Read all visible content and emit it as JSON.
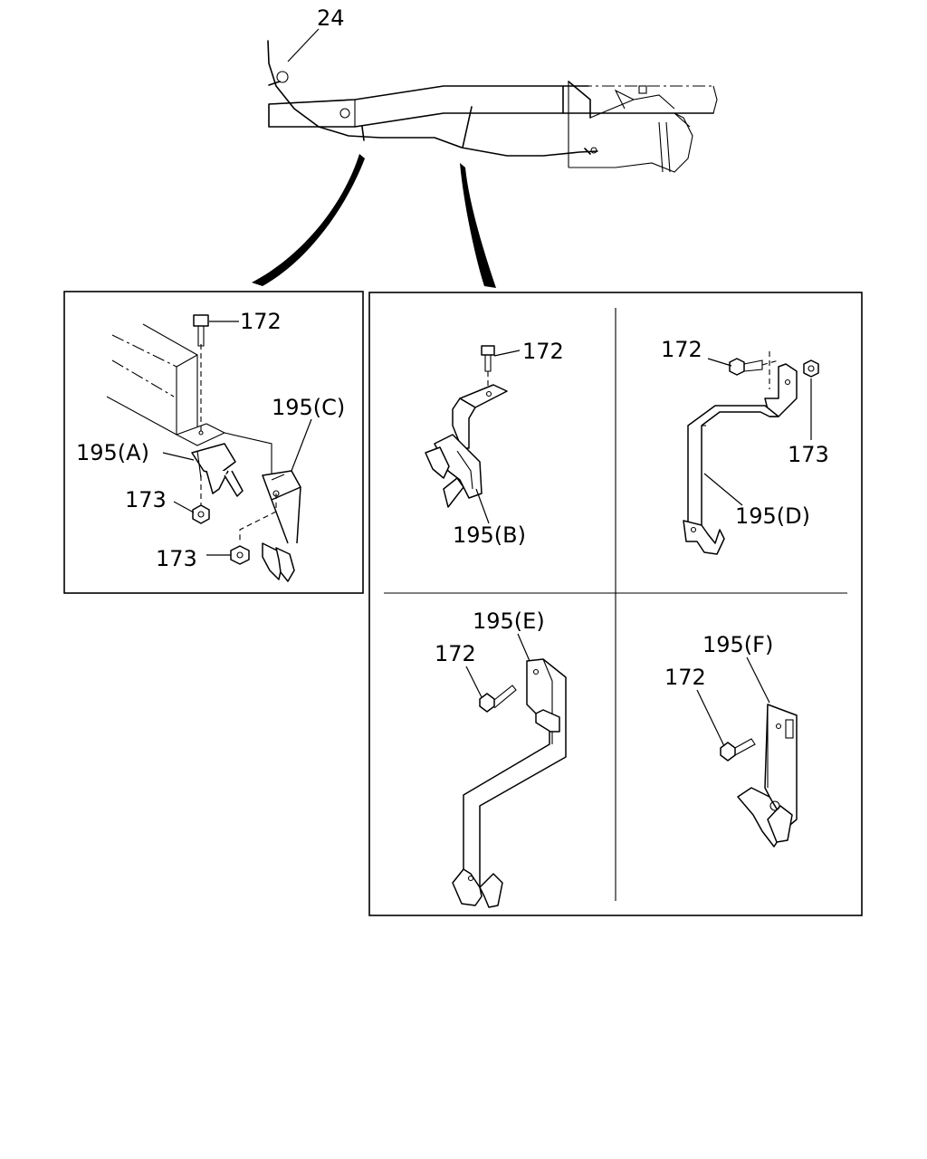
{
  "diagram": {
    "labels": {
      "top_harness": "24",
      "a_bolt": "172",
      "a_clip_a": "195(A)",
      "a_clip_c": "195(C)",
      "a_nut_1": "173",
      "a_nut_2": "173",
      "b_bolt": "172",
      "b_clip": "195(B)",
      "d_bolt": "172",
      "d_nut": "173",
      "d_clip": "195(D)",
      "e_clip": "195(E)",
      "e_bolt": "172",
      "f_clip": "195(F)",
      "f_bolt": "172"
    }
  }
}
